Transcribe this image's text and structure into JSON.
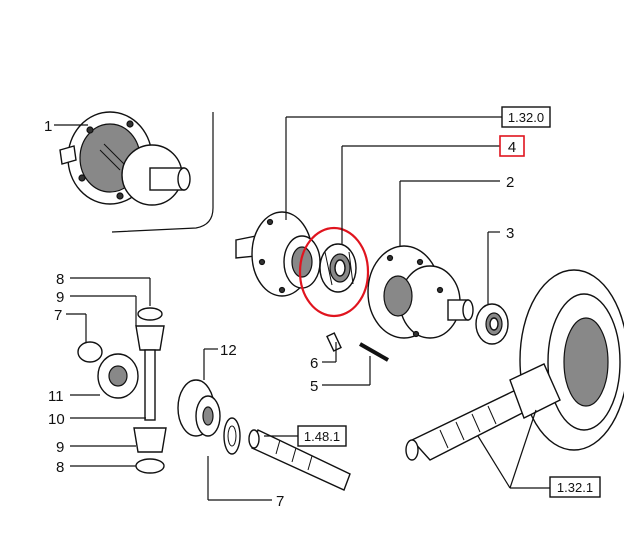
{
  "colors": {
    "ink": "#111111",
    "highlight_circle": "#e0141e",
    "highlight_box": "#e0141e",
    "background": "#ffffff"
  },
  "labels": {
    "p1": "1",
    "p2": "2",
    "p3": "3",
    "p4": "4",
    "p5": "5",
    "p6": "6",
    "p7a": "7",
    "p7b": "7",
    "p8a": "8",
    "p8b": "8",
    "p9a": "9",
    "p9b": "9",
    "p10": "10",
    "p11": "11",
    "p12": "12"
  },
  "refs": {
    "r1320": "1.32.0",
    "r1481": "1.48.1",
    "r1321": "1.32.1"
  }
}
